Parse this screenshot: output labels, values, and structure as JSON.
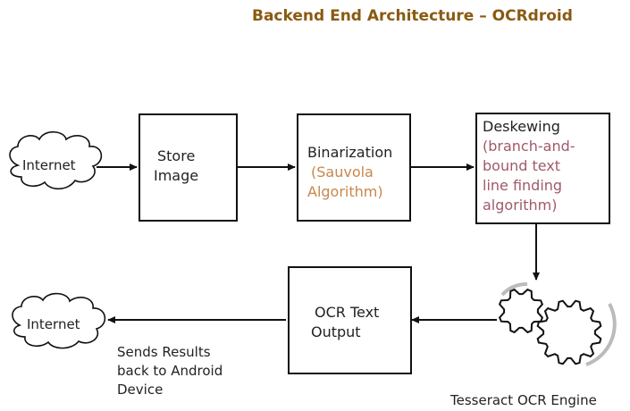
{
  "title": "Backend End Architecture – OCRdroid",
  "clouds": {
    "top": "Internet",
    "bottom": "Internet"
  },
  "boxes": {
    "store_image": [
      "Store",
      "Image"
    ],
    "binarization": {
      "main": "Binarization",
      "detail": [
        "(Sauvola",
        "Algorithm)"
      ]
    },
    "deskewing": {
      "main": "Deskewing",
      "detail": [
        "(branch-and-",
        "bound text",
        "line finding",
        "algorithm)"
      ]
    },
    "ocr_output": [
      "OCR Text",
      "Output"
    ]
  },
  "captions": {
    "sends_results": [
      "Sends Results",
      "back to Android",
      "Device"
    ],
    "engine": "Tesseract OCR Engine"
  },
  "colors": {
    "title": "#8a5a12",
    "binarization_detail": "#c8874a",
    "deskewing_detail": "#a05a6a"
  },
  "icons": {
    "engine": "gears-icon"
  }
}
